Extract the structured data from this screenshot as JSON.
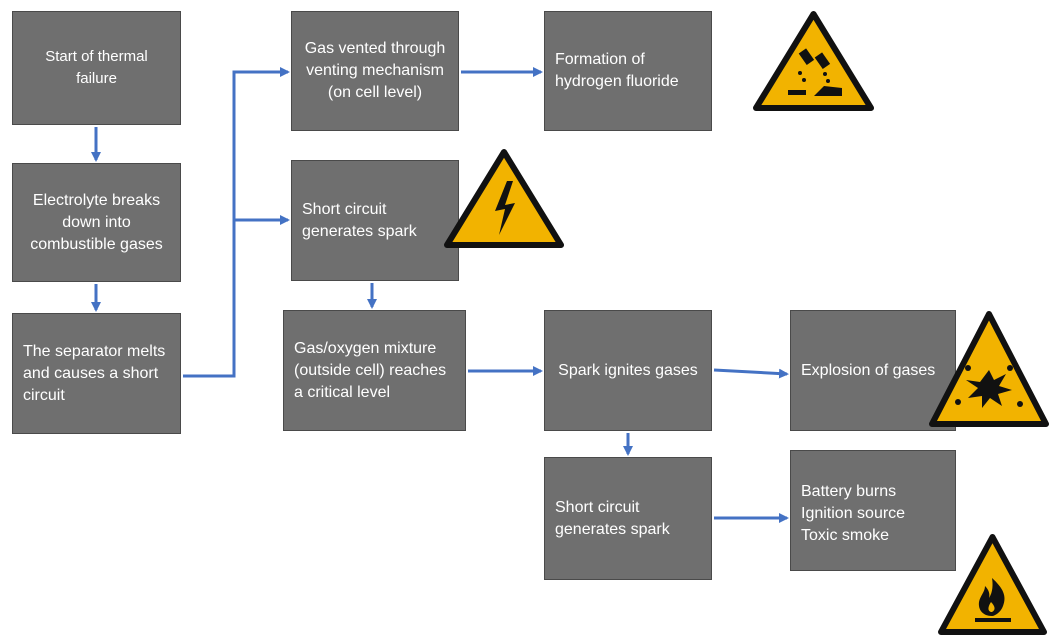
{
  "boxes": {
    "start": "Start of thermal failure",
    "electrolyte": "Electrolyte breaks down into combustible gases",
    "separator": "The separator melts and causes a short circuit",
    "gas_vented": "Gas vented through venting mechanism (on cell level)",
    "hf": "Formation of hydrogen fluoride",
    "short1": "Short circuit generates spark",
    "gas_oxygen": "Gas/oxygen mixture (outside cell) reaches a critical level",
    "spark_ignites": "Spark ignites gases",
    "explosion": "Explosion of gases",
    "short2": "Short circuit generates spark",
    "burns": "Battery burns Ignition source Toxic smoke"
  },
  "icons": {
    "corrosive": "corrosive-warning-icon",
    "electrical": "high-voltage-warning-icon",
    "explosive": "explosive-warning-icon",
    "flammable": "flammable-warning-icon"
  },
  "colors": {
    "box_fill": "#6f6f6f",
    "arrow": "#4472c4",
    "warning_yellow": "#f2b300"
  }
}
